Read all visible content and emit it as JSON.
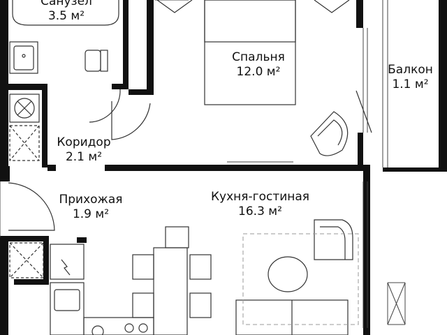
{
  "floor_plan": {
    "rooms": [
      {
        "id": "bathroom",
        "name": "Санузел",
        "area": "3.5 м²"
      },
      {
        "id": "bedroom",
        "name": "Спальня",
        "area": "12.0 м²"
      },
      {
        "id": "balcony",
        "name": "Балкон",
        "area": "1.1 м²"
      },
      {
        "id": "corridor",
        "name": "Коридор",
        "area": "2.1 м²"
      },
      {
        "id": "hallway",
        "name": "Прихожая",
        "area": "1.9 м²"
      },
      {
        "id": "kitchen-living",
        "name": "Кухня-гостиная",
        "area": "16.3 м²"
      }
    ],
    "colors": {
      "wall": "#111111",
      "furniture": "#333333",
      "dashed": "#999999",
      "background": "#ffffff"
    }
  }
}
